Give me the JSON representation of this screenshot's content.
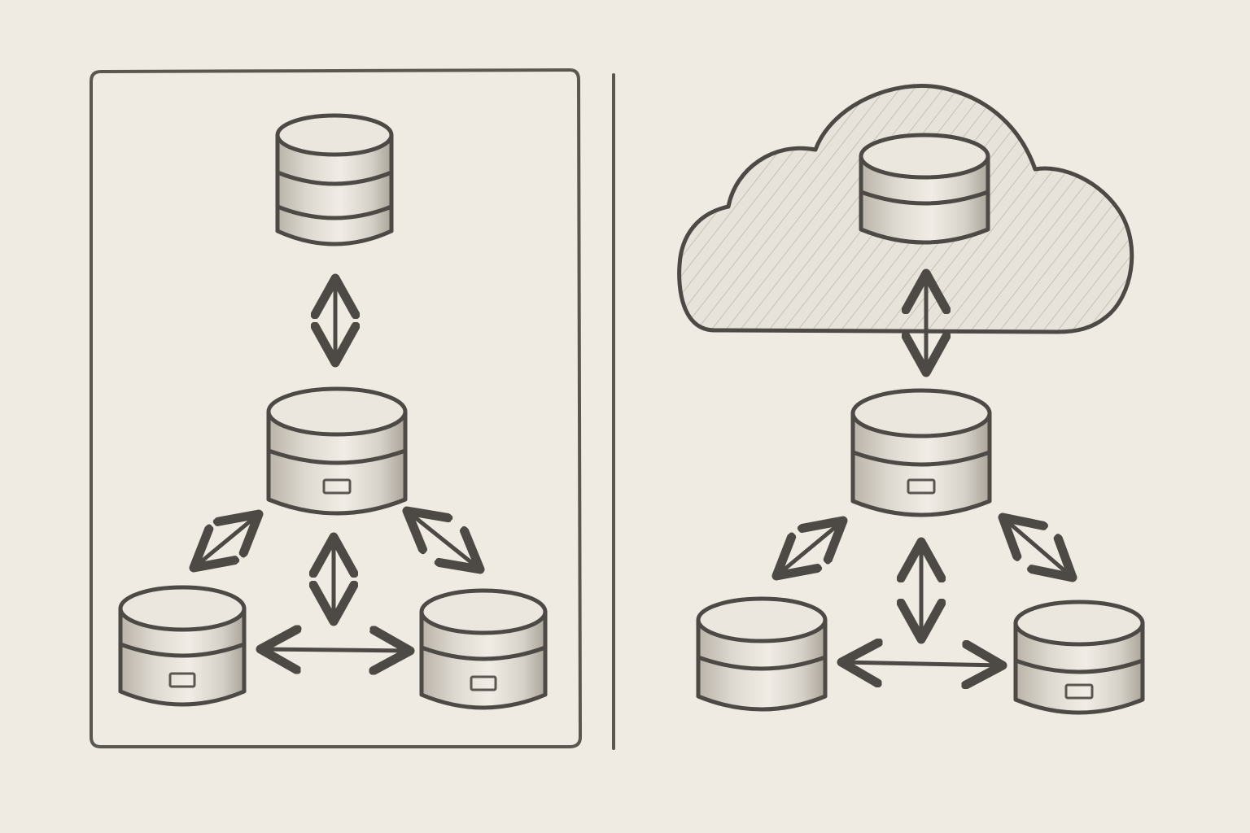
{
  "diagram": {
    "style": "pencil sketch",
    "colors": {
      "paper": "#efebe3",
      "ink": "#4d4a45",
      "shade": "#bdb7ad"
    },
    "left_panel": {
      "container": "rounded-rectangle",
      "nodes": [
        {
          "id": "left-top-db",
          "icon": "database-icon",
          "segments": 3,
          "has_slot": false
        },
        {
          "id": "left-hub-db",
          "icon": "database-icon",
          "segments": 2,
          "has_slot": true
        },
        {
          "id": "left-bottom-left-db",
          "icon": "database-icon",
          "segments": 2,
          "has_slot": true
        },
        {
          "id": "left-bottom-right-db",
          "icon": "database-icon",
          "segments": 2,
          "has_slot": true
        }
      ],
      "connections": [
        {
          "from": "left-top-db",
          "to": "left-hub-db",
          "type": "bidirectional"
        },
        {
          "from": "left-hub-db",
          "to": "left-bottom-left-db",
          "type": "bidirectional"
        },
        {
          "from": "left-hub-db",
          "to": "left-bottom-right-db",
          "type": "bidirectional"
        },
        {
          "from": "left-bottom-left-db",
          "to": "left-bottom-right-db",
          "type": "bidirectional"
        },
        {
          "from": "left-hub-db",
          "to": "left-bottom-center",
          "type": "bidirectional"
        }
      ]
    },
    "right_panel": {
      "container": "cloud-icon",
      "nodes": [
        {
          "id": "cloud-db",
          "icon": "database-icon",
          "segments": 2,
          "has_slot": false
        },
        {
          "id": "right-hub-db",
          "icon": "database-icon",
          "segments": 2,
          "has_slot": true
        },
        {
          "id": "right-bottom-left-db",
          "icon": "database-icon",
          "segments": 2,
          "has_slot": false
        },
        {
          "id": "right-bottom-right-db",
          "icon": "database-icon",
          "segments": 2,
          "has_slot": true
        }
      ],
      "connections": [
        {
          "from": "cloud-db",
          "to": "right-hub-db",
          "type": "bidirectional"
        },
        {
          "from": "right-hub-db",
          "to": "right-bottom-left-db",
          "type": "bidirectional"
        },
        {
          "from": "right-hub-db",
          "to": "right-bottom-right-db",
          "type": "bidirectional"
        },
        {
          "from": "right-bottom-left-db",
          "to": "right-bottom-right-db",
          "type": "bidirectional"
        },
        {
          "from": "right-hub-db",
          "to": "right-bottom-center",
          "type": "bidirectional"
        }
      ]
    }
  }
}
